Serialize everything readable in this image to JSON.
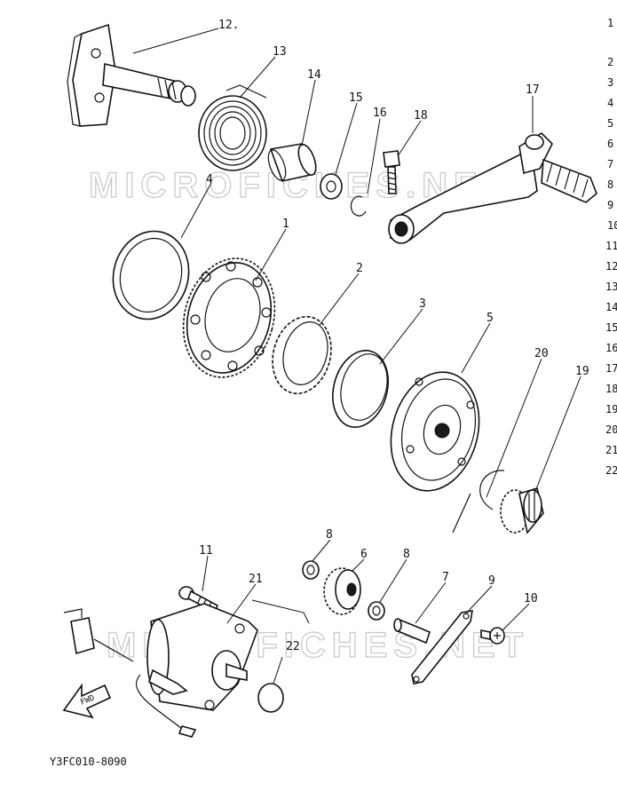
{
  "watermark": "MICROFICHES.NET",
  "drawing_code": "Y3FC010-8090",
  "fwd_label": "FWD",
  "callouts": {
    "p1": "1",
    "p2": "2",
    "p3": "3",
    "p4": "4",
    "p5": "5",
    "p6": "6",
    "p7": "7",
    "p8a": "8",
    "p8b": "8",
    "p9": "9",
    "p10": "10",
    "p11": "11",
    "p12": "12.",
    "p13": "13",
    "p14": "14",
    "p15": "15",
    "p16": "16",
    "p17": "17",
    "p18": "18",
    "p19": "19",
    "p20": "20",
    "p21": "21",
    "p22": "22"
  },
  "side_list": [
    "1",
    "2",
    "3",
    "4",
    "5",
    "6",
    "7",
    "8",
    "9",
    "10",
    "11",
    "12",
    "13",
    "14",
    "15",
    "16",
    "17",
    "18",
    "19",
    "20",
    "21",
    "22"
  ]
}
